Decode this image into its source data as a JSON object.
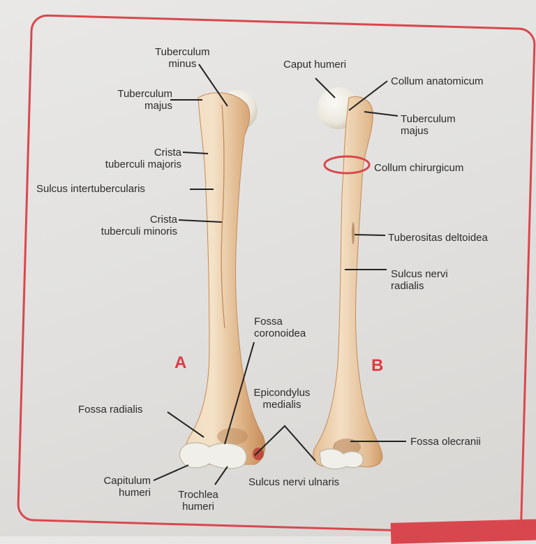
{
  "views": {
    "anterior_letter": "A",
    "posterior_letter": "B"
  },
  "labels": {
    "tuberculum_minus": "Tuberculum\nminus",
    "tuberculum_majus_a": "Tuberculum\nmajus",
    "crista_tuberculi_majoris": "Crista\ntuberculi majoris",
    "sulcus_intertubercularis": "Sulcus intertubercularis",
    "crista_tuberculi_minoris": "Crista\ntuberculi minoris",
    "fossa_coronoidea": "Fossa\ncoronoidea",
    "fossa_radialis": "Fossa radialis",
    "capitulum_humeri": "Capitulum\nhumeri",
    "trochlea_humeri": "Trochlea\nhumeri",
    "epicondylus_medialis": "Epicondylus\nmedialis",
    "caput_humeri": "Caput humeri",
    "collum_anatomicum": "Collum anatomicum",
    "tuberculum_majus_b": "Tuberculum\nmajus",
    "collum_chirurgicum": "Collum chirurgicum",
    "tuberositas_deltoidea": "Tuberositas deltoidea",
    "sulcus_nervi_radialis": "Sulcus nervi\nradialis",
    "fossa_olecranii": "Fossa olecranii",
    "sulcus_nervi_ulnaris": "Sulcus nervi ulnaris"
  },
  "colors": {
    "frame": "#d9474e",
    "accent_letter": "#dd3a43",
    "bone": "#ecd2b0",
    "bone_shadow": "#c98f5c",
    "cartilage": "#f1efe9",
    "text": "#2b2b2b"
  }
}
